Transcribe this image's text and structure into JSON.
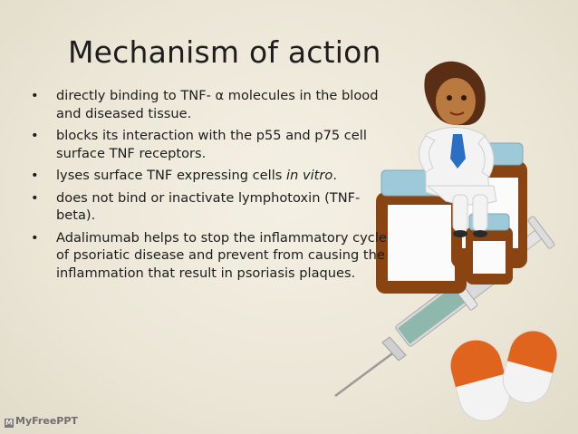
{
  "slide": {
    "title": "Mechanism of action",
    "bullet_char": "•",
    "bullets": [
      {
        "text": "directly binding to TNF- α molecules in the blood and diseased tissue."
      },
      {
        "text": "blocks its interaction with the p55 and p75 cell surface TNF receptors."
      },
      {
        "pre": "lyses surface TNF expressing cells ",
        "em": "in vitro",
        "post": "."
      },
      {
        "text": "does not bind or inactivate lymphotoxin (TNF-beta)."
      },
      {
        "text": "Adalimumab helps to stop the inflammatory cycle of psoriatic disease and prevent from causing the inflammation that result in psoriasis plaques."
      }
    ]
  },
  "watermark": {
    "icon": "M",
    "text": "MyFreePPT"
  },
  "colors": {
    "background": "#ece7d8",
    "bottle_amber": "#8a4412",
    "bottle_cap": "#9ec9d8",
    "syringe_fluid": "#8fb8ad",
    "capsule_orange": "#e0641e",
    "coat_white": "#f3f3f3",
    "tie_blue": "#2a6fc4"
  },
  "icons": [
    "medicine-bottle-icon",
    "syringe-icon",
    "capsule-icon",
    "doctor-character-illustration"
  ]
}
